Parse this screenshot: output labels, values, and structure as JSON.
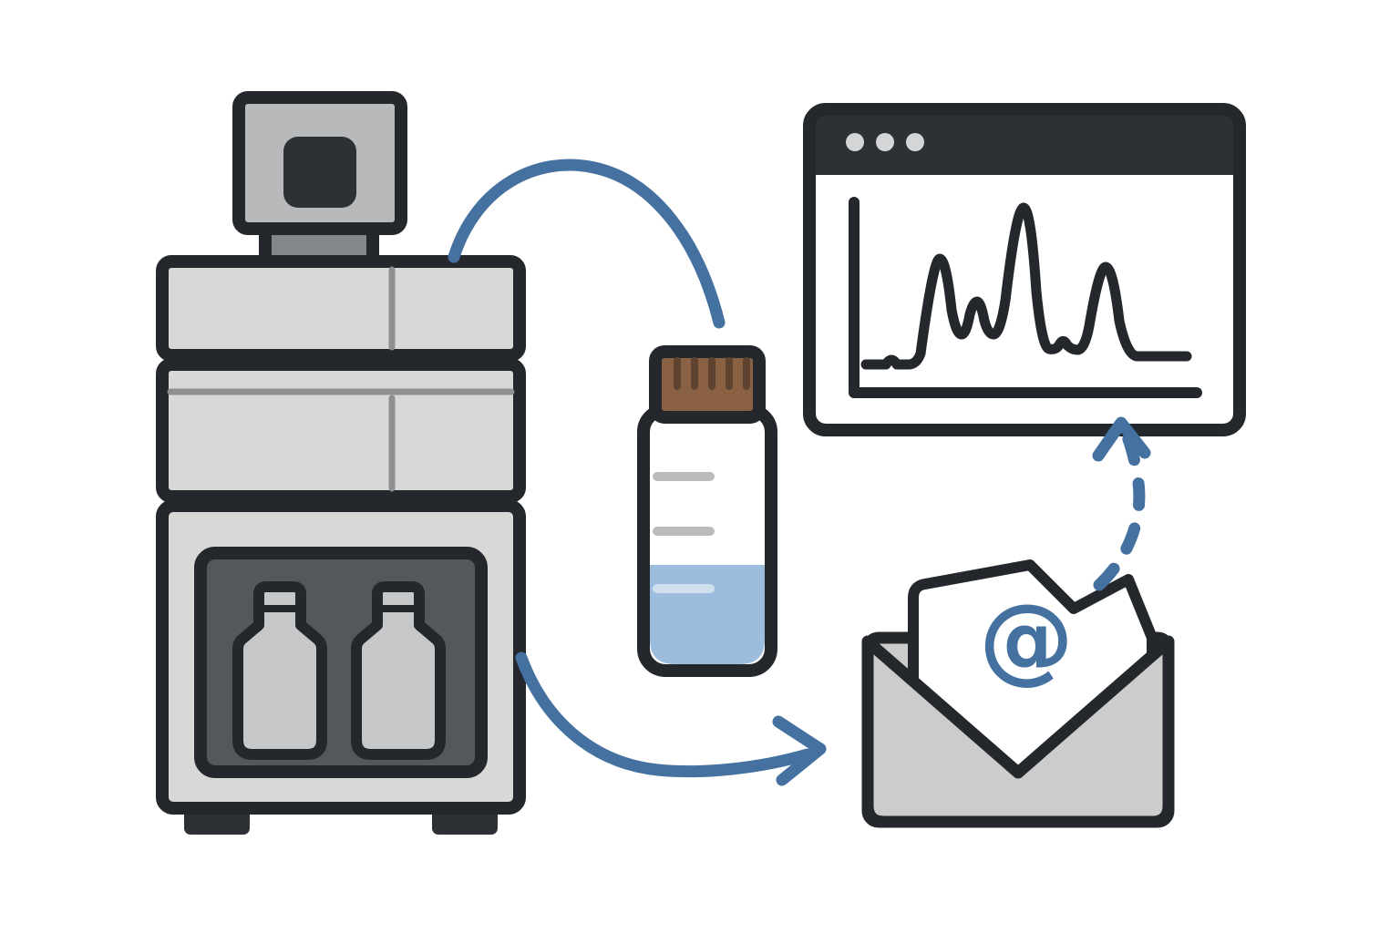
{
  "illustration": {
    "name": "lab-instrument-to-report-workflow",
    "at_symbol": "@"
  },
  "icons": [
    {
      "name": "hplc-instrument-icon"
    },
    {
      "name": "sample-vial-icon"
    },
    {
      "name": "chromatogram-browser-icon"
    },
    {
      "name": "email-envelope-icon"
    },
    {
      "name": "arrow-instrument-to-vial"
    },
    {
      "name": "arrow-instrument-to-envelope"
    },
    {
      "name": "arrow-email-to-browser"
    }
  ],
  "colors": {
    "background": "#ffffff",
    "outline": "#24282c",
    "instrument_body": "#d8d8d6",
    "instrument_panel": "#b7b9bb",
    "instrument_neck": "#84888c",
    "screen_dark": "#2d3136",
    "chamber_dark": "#54585c",
    "bottle_gray": "#c6c7c8",
    "seam_gray": "#8e9093",
    "paper_white": "#ffffff",
    "vial_liquid": "#9dbdde",
    "vial_mark_gray": "#b9bbbd",
    "vial_mark_light": "#cfdfee",
    "cap_brown": "#8a6142",
    "cap_ridge": "#5e4430",
    "browser_bar": "#2d3136",
    "browser_dots": "#d4d5d6",
    "envelope_gray": "#cbcccb",
    "arrow_blue": "#44719f",
    "at_blue": "#44719f"
  }
}
